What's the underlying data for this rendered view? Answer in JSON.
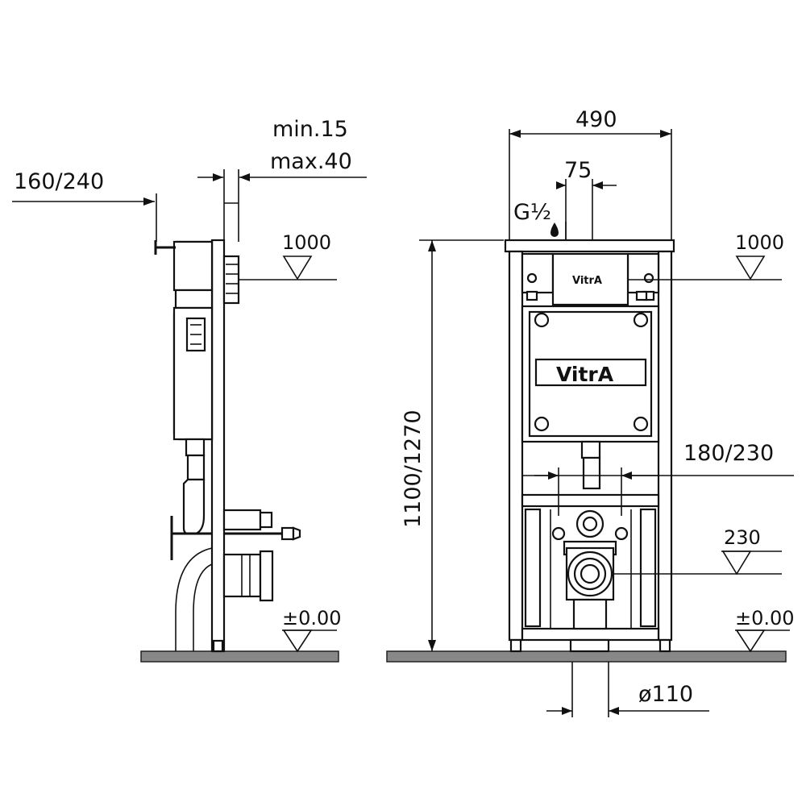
{
  "side_view": {
    "depth_label": "160/240",
    "wall_min_label": "min.15",
    "wall_max_label": "max.40",
    "flush_height_label": "1000",
    "floor_label": "±0.00"
  },
  "front_view": {
    "width_label": "490",
    "inlet_offset_label": "75",
    "inlet_thread_label": "G½",
    "height_label": "1100/1270",
    "flush_height_label": "1000",
    "bolt_spacing_label": "180/230",
    "drain_height_label": "230",
    "floor_label": "±0.00",
    "drain_diameter_label": "ø110",
    "flush_plate_logo": "VitrA",
    "cistern_logo": "VitrA"
  }
}
